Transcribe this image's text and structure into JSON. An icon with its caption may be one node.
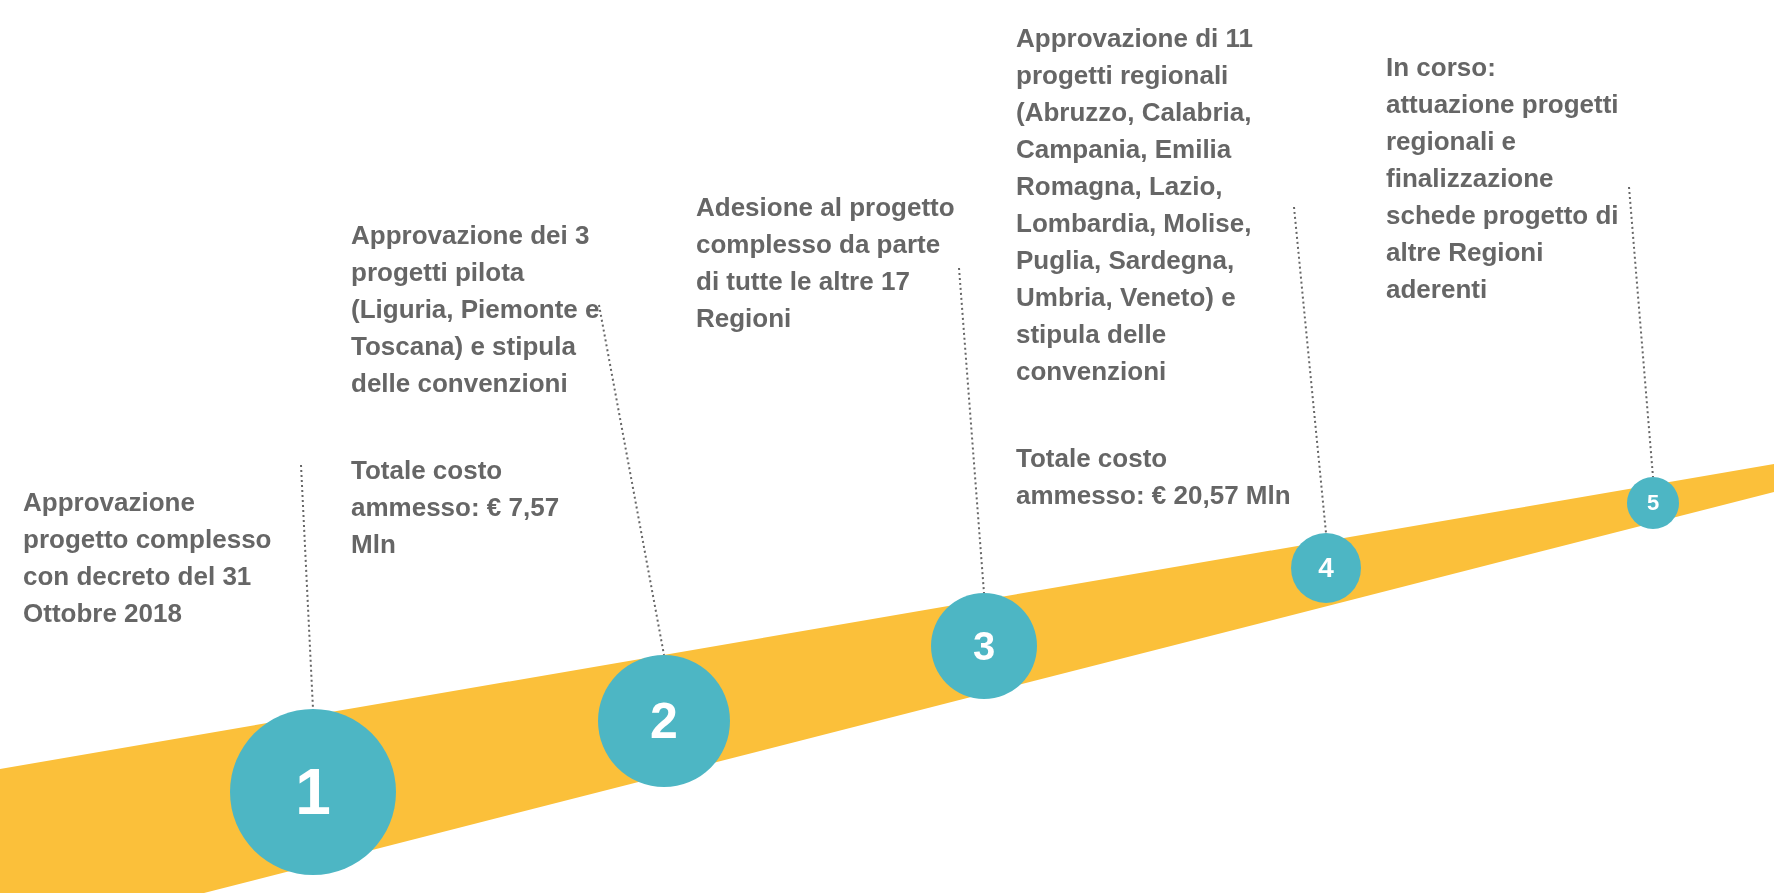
{
  "diagram": {
    "nodes": [
      {
        "text": [
          "Approvazione progetto complesso con decreto del 31 Ottobre 2018"
        ]
      },
      {
        "text": [
          "Approvazione dei 3 progetti pilota (Liguria, Piemonte e Toscana) e stipula delle convenzioni",
          "Totale costo ammesso: € 7,57 Mln"
        ]
      },
      {
        "text": [
          "Adesione al progetto complesso da parte di tutte le altre 17 Regioni"
        ]
      },
      {
        "text": [
          "Approvazione di 11 progetti regionali (Abruzzo, Calabria, Campania, Emilia Romagna, Lazio, Lombardia, Molise, Puglia, Sardegna, Umbria, Veneto) e stipula delle convenzioni",
          "Totale costo ammesso: € 20,57 Mln"
        ]
      },
      {
        "text": [
          "In corso: attuazione progetti regionali e finalizzazione schede progetto di altre Regioni aderenti"
        ]
      },
      {
        "text": [
          "1"
        ]
      },
      {
        "text": [
          "2"
        ]
      },
      {
        "text": [
          "3"
        ]
      },
      {
        "text": [
          "4"
        ]
      },
      {
        "text": [
          "5"
        ]
      }
    ],
    "edges": [
      {
        "from": 0,
        "to": 5,
        "arrow": "none"
      },
      {
        "from": 1,
        "to": 6,
        "arrow": "none"
      },
      {
        "from": 2,
        "to": 7,
        "arrow": "none"
      },
      {
        "from": 3,
        "to": 8,
        "arrow": "none"
      },
      {
        "from": 4,
        "to": 9,
        "arrow": "none"
      }
    ]
  }
}
